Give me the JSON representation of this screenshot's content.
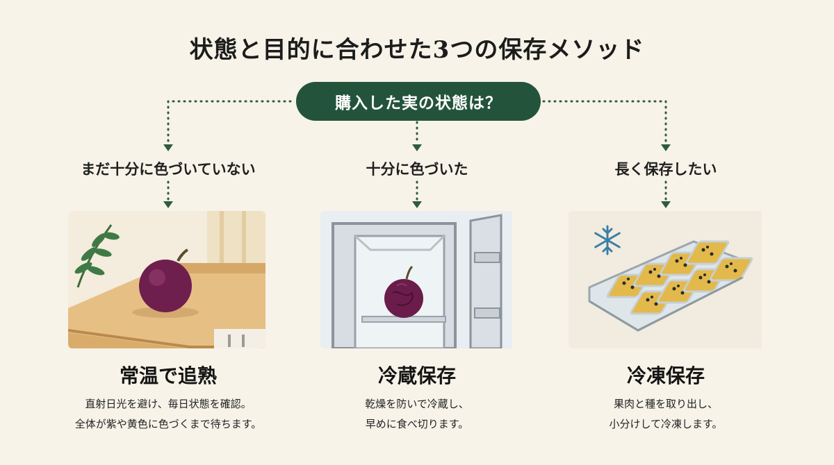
{
  "title": "状態と目的に合わせた3つの保存メソッド",
  "question": "購入した実の状態は？",
  "columns": [
    {
      "condition": "まだ十分に色づいていない",
      "method": "常温で追熟",
      "desc_line1": "直射日光を避け、毎日状態を確認。",
      "desc_line2": "全体が紫や黄色に色づくまで待ちます。",
      "illustration": "passion-fruit-on-counter"
    },
    {
      "condition": "十分に色づいた",
      "method": "冷蔵保存",
      "desc_line1": "乾燥を防いで冷蔵し、",
      "desc_line2": "早めに食べ切ります。",
      "illustration": "passion-fruit-in-fridge"
    },
    {
      "condition": "長く保存したい",
      "method": "冷凍保存",
      "desc_line1": "果肉と種を取り出し、",
      "desc_line2": "小分けして冷凍します。",
      "illustration": "frozen-pulp-ice-tray"
    }
  ],
  "colors": {
    "background": "#f7f3e8",
    "accent_green": "#24533c",
    "fruit_purple": "#6e1f4e",
    "pulp_yellow": "#e2b94a"
  },
  "icons": [
    "snowflake-icon",
    "leaf-icon"
  ]
}
